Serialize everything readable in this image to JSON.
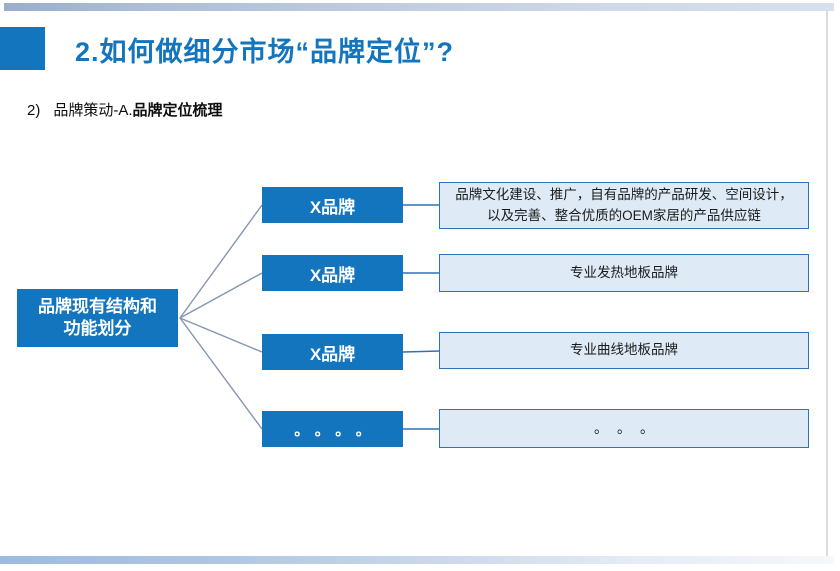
{
  "page": {
    "title": "2.如何做细分市场“品牌定位”?"
  },
  "subtitle": {
    "number": "2)",
    "regular": "品牌策动-A.",
    "bold": "品牌定位梳理"
  },
  "diagram": {
    "root_line1": "品牌现有结构和",
    "root_line2": "功能划分",
    "branches": [
      {
        "label": "X品牌",
        "desc": "品牌文化建设、推广，自有品牌的产品研发、空间设计，以及完善、整合优质的OEM家居的产品供应链"
      },
      {
        "label": "X品牌",
        "desc": "专业发热地板品牌"
      },
      {
        "label": "X品牌",
        "desc": "专业曲线地板品牌"
      },
      {
        "label": "。。。。",
        "desc": "。。。"
      }
    ]
  },
  "colors": {
    "primary_blue": "#1375BD",
    "description_fill": "#DEEAF6",
    "description_border": "#2E74B5",
    "diagonal_connector": "#8496B0",
    "top_strip": "#AEBED6",
    "bottom_strip": "#9DBBDF"
  }
}
